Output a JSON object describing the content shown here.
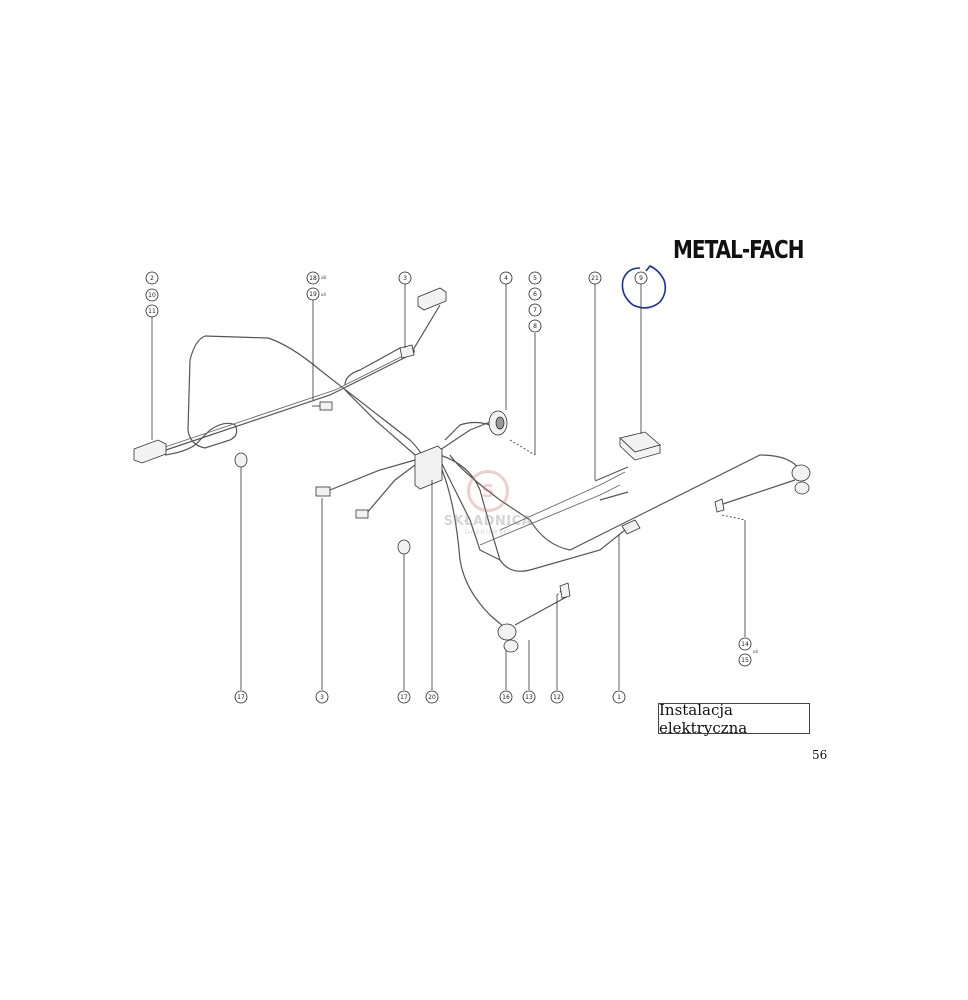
{
  "brand": {
    "logo_text": "METAL-FACH"
  },
  "caption": "Instalacja elektryczna",
  "page_number": "56",
  "watermark": {
    "letter": "S",
    "title": "SKŁADNICA",
    "subtitle": "DĄBROWSKI"
  },
  "callouts": {
    "c2": "2",
    "c10": "10",
    "c11": "11",
    "c18": "18",
    "c19": "19",
    "q18": "x8",
    "q19": "x4",
    "c3top": "3",
    "c4": "4",
    "c5": "5",
    "c6": "6",
    "c7": "7",
    "c8": "8",
    "c21": "21",
    "c9": "9",
    "c14": "14",
    "c15": "15",
    "q14": "x4",
    "c17a": "17",
    "c3b": "3",
    "c17b": "17",
    "c20": "20",
    "c16": "16",
    "c13": "13",
    "c12": "12",
    "c1": "1"
  },
  "colors": {
    "ink": "#222222",
    "highlight_circle": "#1a2fa8"
  }
}
